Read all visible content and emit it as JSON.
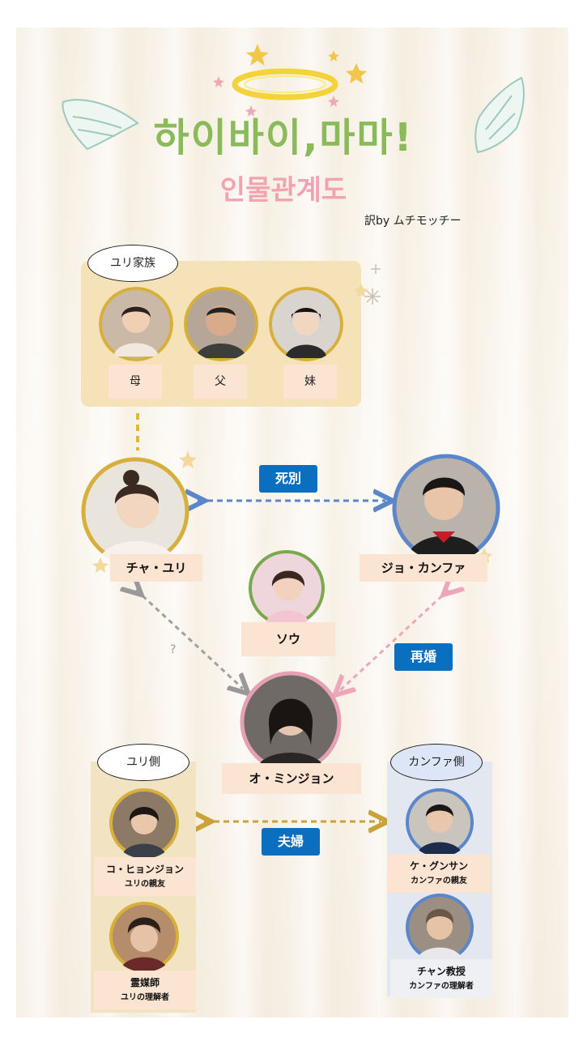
{
  "title": {
    "main": "하이바이,마마!",
    "sub": "인물관계도",
    "credit": "訳by ムチモッチー"
  },
  "family_group": {
    "label": "ユリ家族",
    "members": [
      "母",
      "父",
      "妹"
    ]
  },
  "main_characters": {
    "yuri": "チャ・ユリ",
    "kanghwa": "ジョ・カンファ",
    "seo": "ソウ",
    "minjeong": "オ・ミンジョン"
  },
  "relations": {
    "death_parting": "死別",
    "remarriage": "再婚",
    "couple": "夫婦",
    "unknown": "?"
  },
  "yuri_side": {
    "label": "ユリ側",
    "people": [
      {
        "name": "コ・ヒョンジョン",
        "role": "ユリの親友"
      },
      {
        "name": "霊媒師",
        "role": "ユリの理解者"
      }
    ]
  },
  "kanghwa_side": {
    "label": "カンファ側",
    "people": [
      {
        "name": "ケ・グンサン",
        "role": "カンファの親友"
      },
      {
        "name": "チャン教授",
        "role": "カンファの理解者"
      }
    ]
  },
  "colors": {
    "badge": "#0b6fbf",
    "name_box": "#fbe4d2",
    "family_panel": "#f5e2b8",
    "kanghwa_panel": "#e3e8f0",
    "gold_ring": "#d6b03a",
    "blue_ring": "#5b86c9",
    "green_ring": "#7aa84e",
    "pink_ring": "#e79fb4",
    "title_green": "#8aba5a"
  }
}
